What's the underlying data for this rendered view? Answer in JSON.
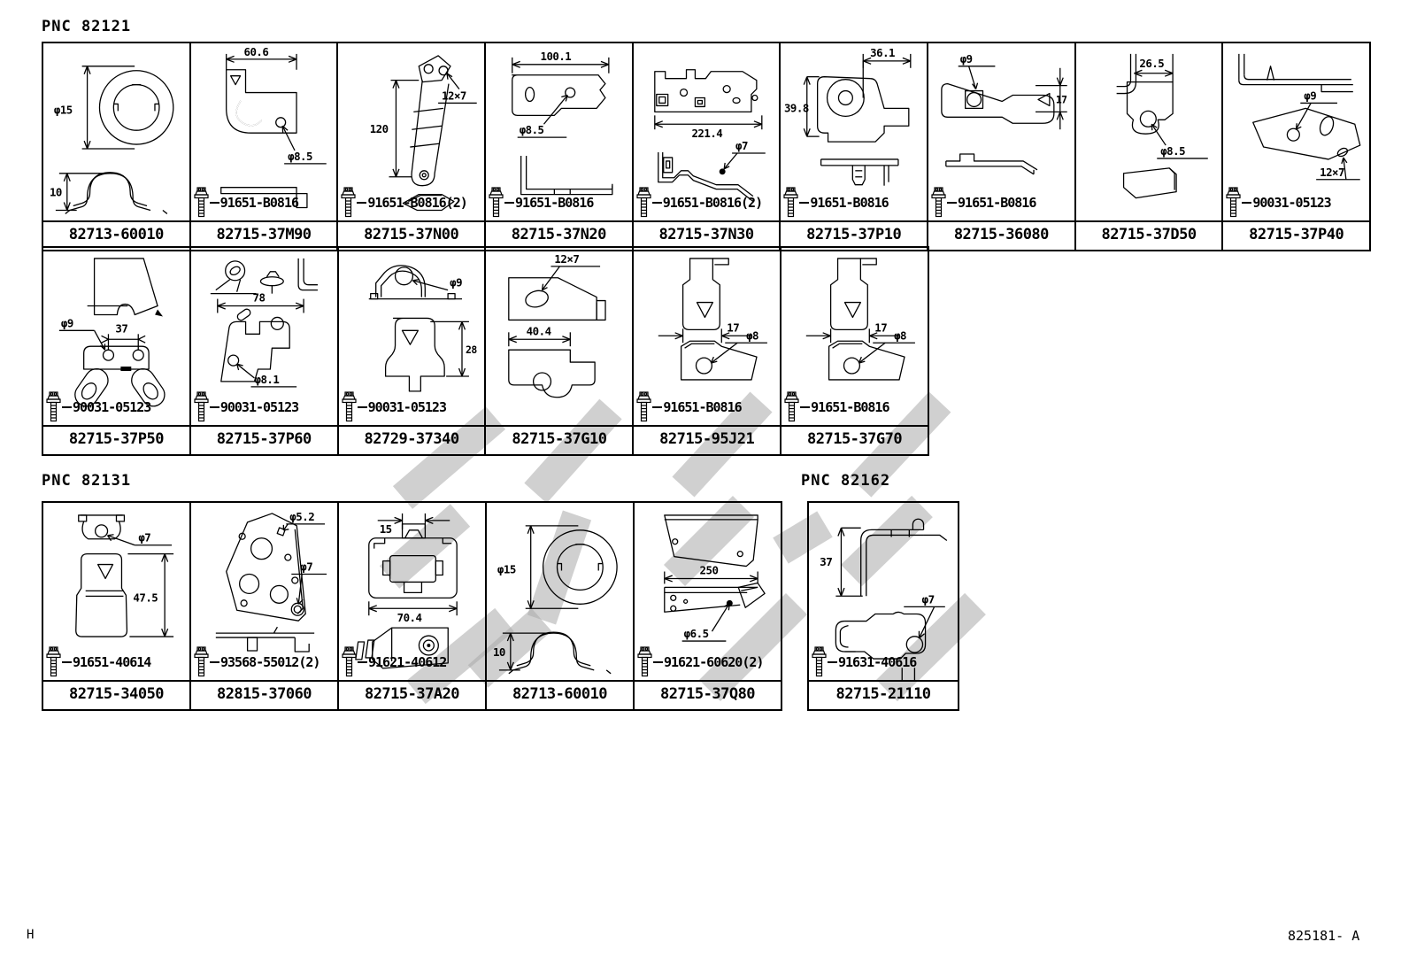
{
  "page": {
    "pnc_labels": [
      {
        "text": "PNC 82121"
      },
      {
        "text": "PNC 82131"
      },
      {
        "text": "PNC 82162"
      }
    ],
    "footer": {
      "left": "H",
      "right": "825181- A"
    },
    "icons": {
      "bolt": "flange-bolt-icon"
    }
  },
  "rows": [
    {
      "cells": [
        {
          "part": "82713-60010",
          "bolt": "",
          "dims": {
            "d1": "φ15",
            "d2": "10"
          }
        },
        {
          "part": "82715-37M90",
          "bolt": "91651-B0816",
          "dims": {
            "d1": "60.6",
            "d2": "φ8.5"
          }
        },
        {
          "part": "82715-37N00",
          "bolt": "91651-B0816(2)",
          "dims": {
            "d1": "120",
            "d2": "12×7"
          }
        },
        {
          "part": "82715-37N20",
          "bolt": "91651-B0816",
          "dims": {
            "d1": "100.1",
            "d2": "φ8.5"
          }
        },
        {
          "part": "82715-37N30",
          "bolt": "91651-B0816(2)",
          "dims": {
            "d1": "221.4",
            "d2": "φ7"
          }
        },
        {
          "part": "82715-37P10",
          "bolt": "91651-B0816",
          "dims": {
            "d1": "36.1",
            "d2": "39.8"
          }
        },
        {
          "part": "82715-36080",
          "bolt": "91651-B0816",
          "dims": {
            "d1": "φ9",
            "d2": "17"
          }
        },
        {
          "part": "82715-37D50",
          "bolt": "",
          "dims": {
            "d1": "26.5",
            "d2": "φ8.5"
          }
        },
        {
          "part": "82715-37P40",
          "bolt": "90031-05123",
          "dims": {
            "d1": "φ9",
            "d2": "12×7"
          }
        }
      ]
    },
    {
      "cells": [
        {
          "part": "82715-37P50",
          "bolt": "90031-05123",
          "dims": {
            "d1": "φ9",
            "d2": "37"
          }
        },
        {
          "part": "82715-37P60",
          "bolt": "90031-05123",
          "dims": {
            "d1": "78",
            "d2": "φ8.1"
          }
        },
        {
          "part": "82729-37340",
          "bolt": "90031-05123",
          "dims": {
            "d1": "φ9",
            "d2": "28"
          }
        },
        {
          "part": "82715-37G10",
          "bolt": "",
          "dims": {
            "d1": "12×7",
            "d2": "40.4"
          }
        },
        {
          "part": "82715-95J21",
          "bolt": "91651-B0816",
          "dims": {
            "d1": "17",
            "d2": "φ8"
          }
        },
        {
          "part": "82715-37G70",
          "bolt": "91651-B0816",
          "dims": {
            "d1": "17",
            "d2": "φ8"
          }
        }
      ]
    },
    {
      "cells": [
        {
          "part": "82715-34050",
          "bolt": "91651-40614",
          "dims": {
            "d1": "φ7",
            "d2": "47.5"
          }
        },
        {
          "part": "82815-37060",
          "bolt": "93568-55012(2)",
          "dims": {
            "d1": "φ5.2",
            "d2": "φ7"
          }
        },
        {
          "part": "82715-37A20",
          "bolt": "91621-40612",
          "dims": {
            "d1": "15",
            "d2": "70.4"
          }
        },
        {
          "part": "82713-60010",
          "bolt": "",
          "dims": {
            "d1": "φ15",
            "d2": "10"
          }
        },
        {
          "part": "82715-37Q80",
          "bolt": "91621-60620(2)",
          "dims": {
            "d1": "250",
            "d2": "φ6.5"
          }
        },
        {
          "part": "82715-21110",
          "bolt": "91631-40616",
          "dims": {
            "d1": "37",
            "d2": "φ7"
          }
        }
      ]
    }
  ]
}
